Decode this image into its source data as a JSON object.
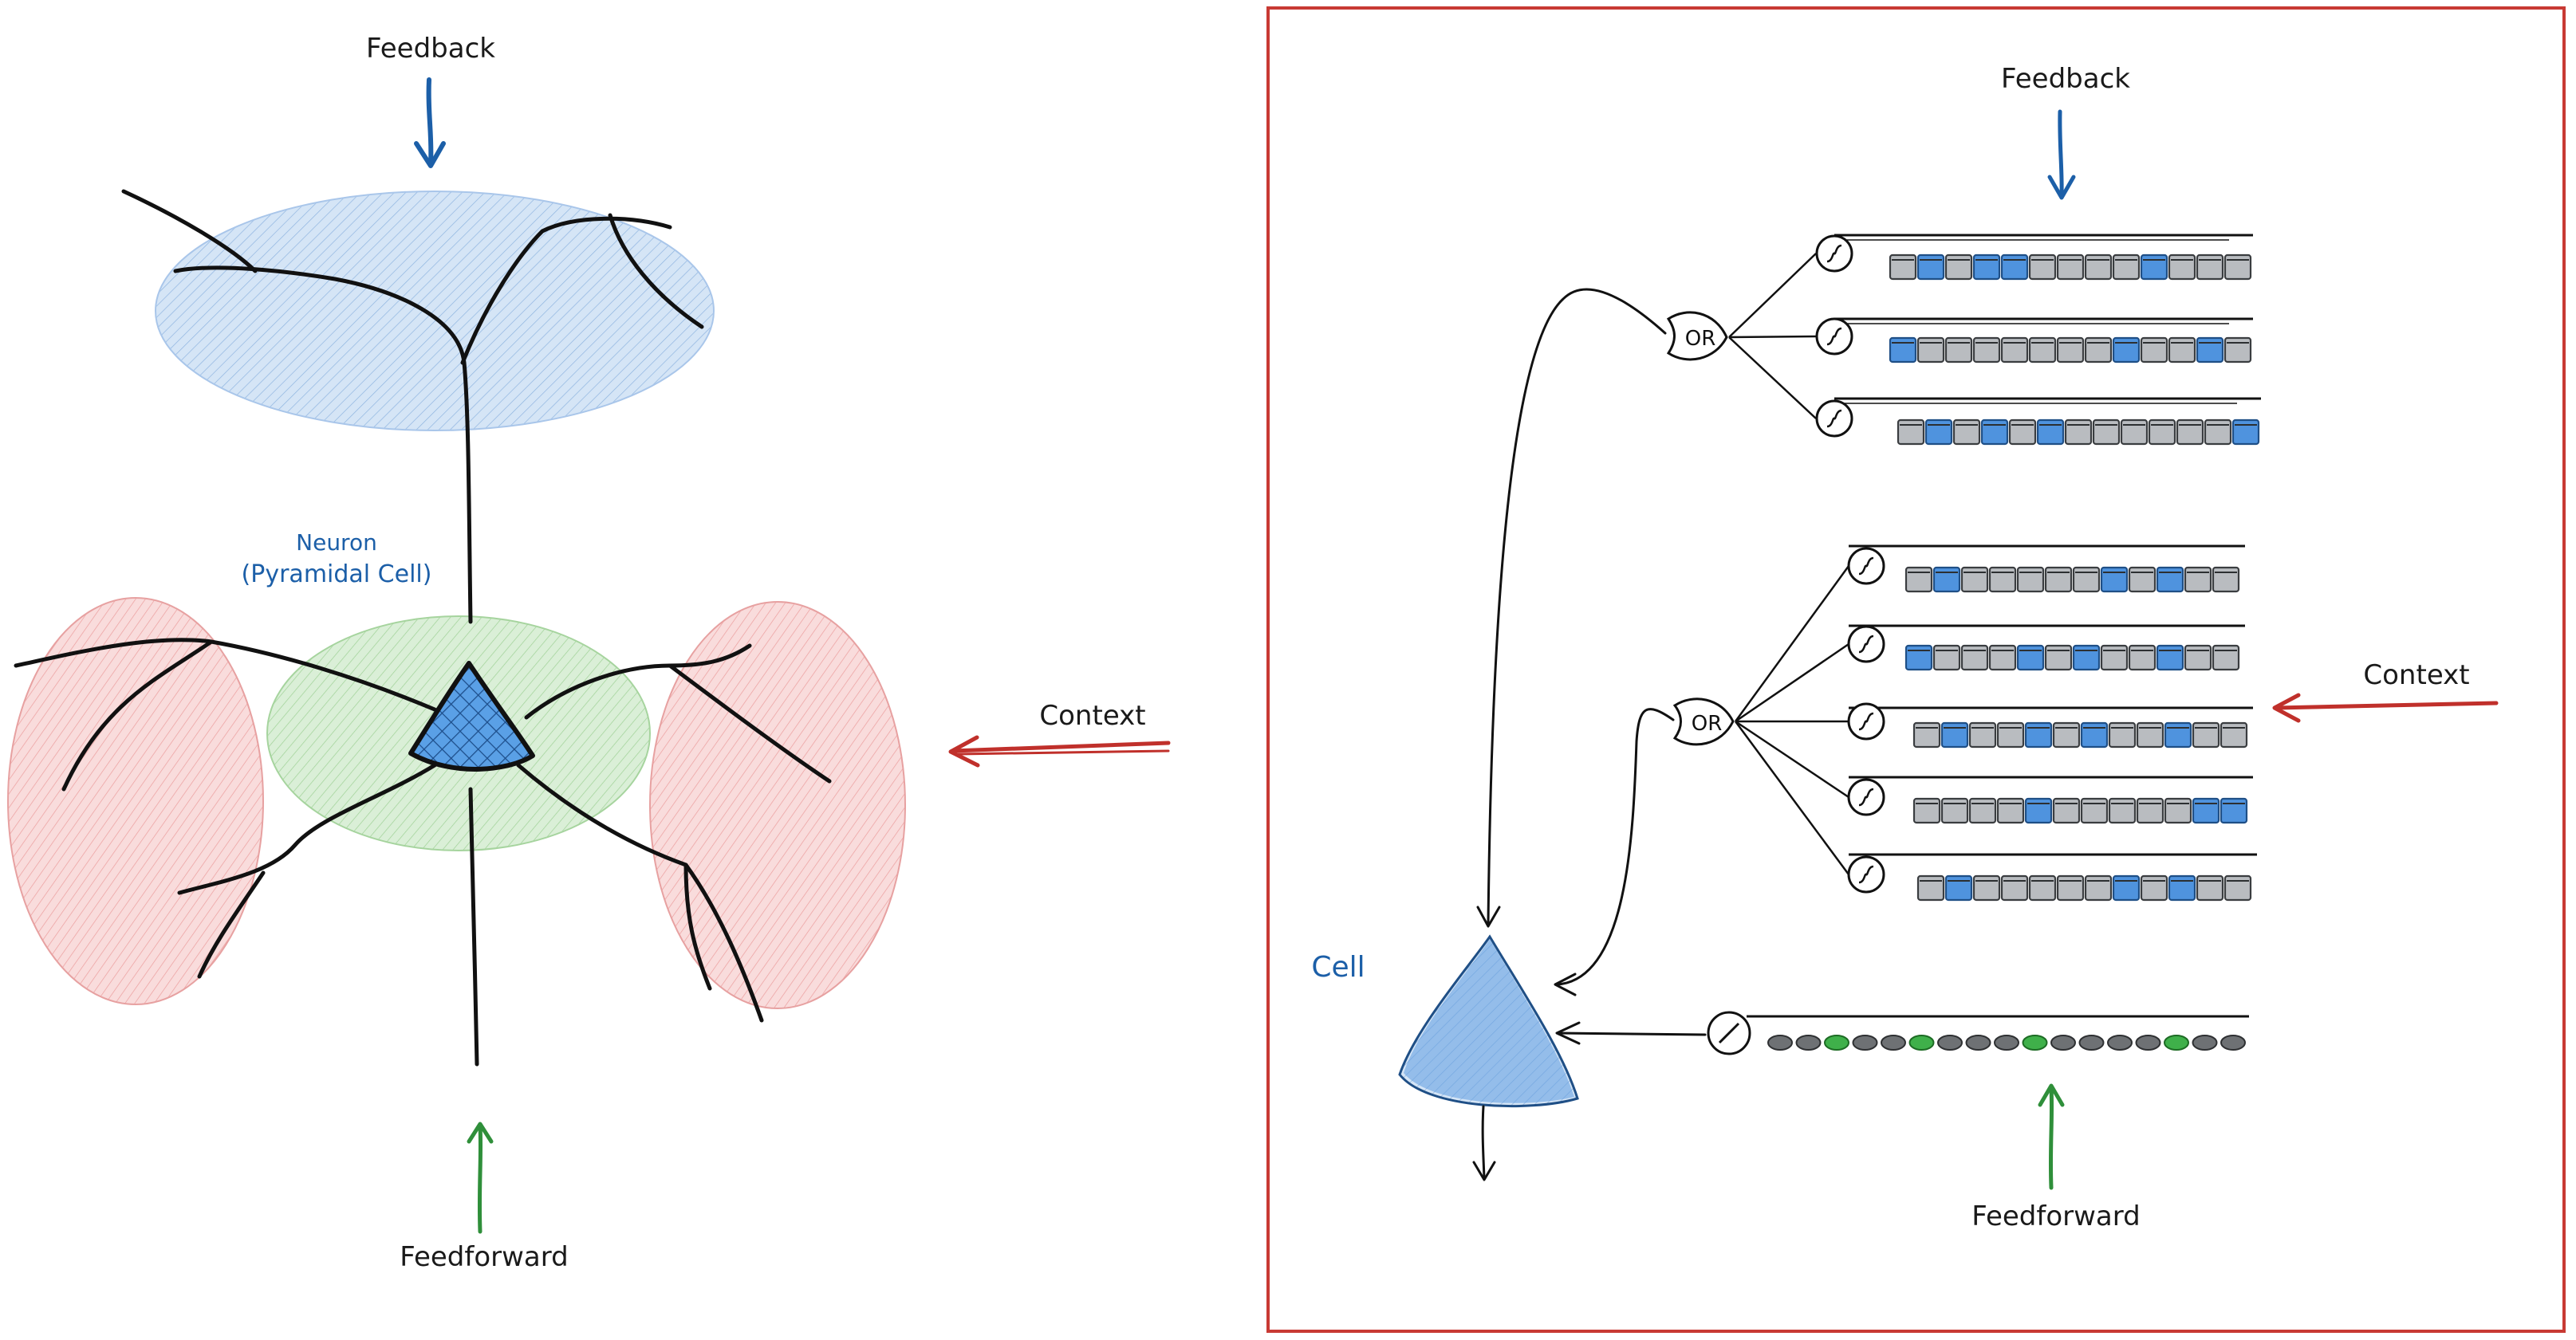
{
  "left_panel": {
    "feedback_label": "Feedback",
    "neuron_label_line1": "Neuron",
    "neuron_label_line2": "(Pyramidal Cell)",
    "context_label": "Context",
    "feedforward_label": "Feedforward"
  },
  "right_panel": {
    "feedback_label": "Feedback",
    "context_label": "Context",
    "feedforward_label": "Feedforward",
    "cell_label": "Cell",
    "or_label": "OR",
    "feedback_segments": [
      [
        0,
        1,
        0,
        1,
        1,
        0,
        0,
        0,
        0,
        1,
        0,
        0,
        0
      ],
      [
        1,
        0,
        0,
        0,
        0,
        0,
        0,
        0,
        1,
        0,
        0,
        1,
        0
      ],
      [
        0,
        1,
        0,
        1,
        0,
        1,
        0,
        0,
        0,
        0,
        0,
        0,
        1
      ]
    ],
    "context_segments": [
      [
        0,
        1,
        0,
        0,
        0,
        0,
        0,
        1,
        0,
        1,
        0,
        0
      ],
      [
        1,
        0,
        0,
        0,
        1,
        0,
        1,
        0,
        0,
        1,
        0,
        0
      ],
      [
        0,
        1,
        0,
        0,
        1,
        0,
        1,
        0,
        0,
        1,
        0,
        0
      ],
      [
        0,
        0,
        0,
        0,
        1,
        0,
        0,
        0,
        0,
        0,
        1,
        1
      ],
      [
        0,
        1,
        0,
        0,
        0,
        0,
        0,
        1,
        0,
        1,
        0,
        0
      ]
    ],
    "feedforward_beads": [
      0,
      0,
      1,
      0,
      0,
      1,
      0,
      0,
      0,
      1,
      0,
      0,
      0,
      0,
      1,
      0,
      0
    ]
  },
  "colors": {
    "feedback_blue": "#1c5fa8",
    "context_red": "#c0302b",
    "feedforward_green": "#2f8f3a",
    "panel_border": "#c83a34"
  }
}
